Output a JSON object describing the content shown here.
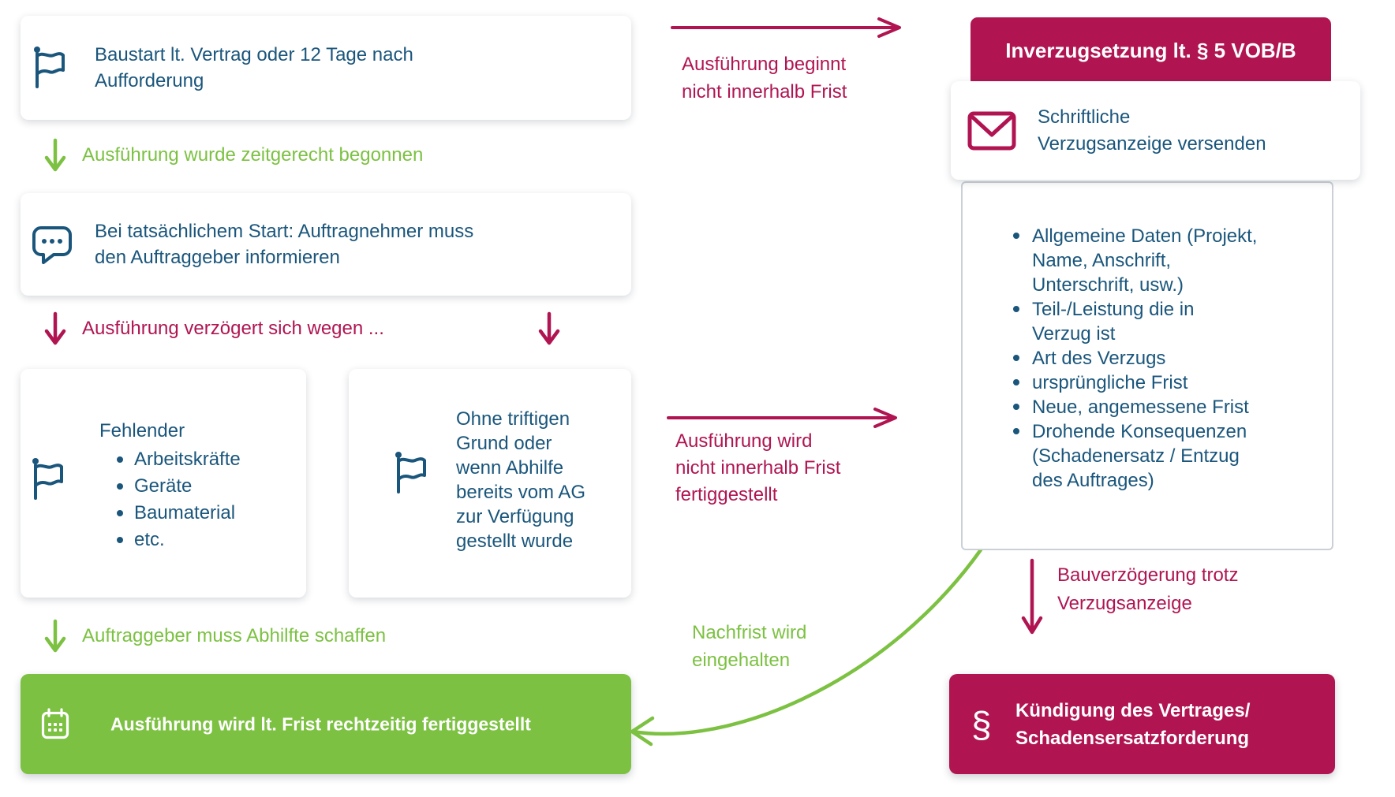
{
  "colors": {
    "crimson": "#b01552",
    "green": "#7cc142",
    "blue": "#1a567c",
    "box_border": "#cbd0d6"
  },
  "icons": {
    "flag": "flag-icon",
    "speech_bubble": "speech-bubble-icon",
    "envelope": "envelope-icon",
    "calendar": "calendar-icon",
    "paragraph_symbol": "§"
  },
  "left": {
    "card1": {
      "text": "Baustart lt. Vertrag oder 12 Tage nach\nAufforderung"
    },
    "label_begun": "Ausführung wurde zeitgerecht begonnen",
    "card2": {
      "text": "Bei tatsächlichem Start: Auftragnehmer muss\nden Auftraggeber informieren"
    },
    "label_delayed": "Ausführung verzögert sich wegen ...",
    "card3": {
      "title": "Fehlender",
      "items": [
        "Arbeitskräfte",
        "Geräte",
        "Baumaterial",
        "etc."
      ]
    },
    "card4": {
      "text": "Ohne triftigen\nGrund oder\nwenn Abhilfe\nbereits vom AG\nzur Verfügung\ngestellt wurde"
    },
    "label_remedy": "Auftraggeber muss Abhilfte schaffen",
    "success_box": {
      "text": "Ausführung wird lt. Frist rechtzeitig fertiggestellt"
    }
  },
  "middle": {
    "arrow_top_label": "Ausführung beginnt\nnicht innerhalb Frist",
    "arrow_mid_label": "Ausführung wird\nnicht innerhalb Frist\nfertiggestellt",
    "label_grace": "Nachfrist wird\neingehalten"
  },
  "right": {
    "header": "Inverzugsetzung lt. § 5 VOB/B",
    "notice_card": {
      "text": "Schriftliche\nVerzugsanzeige versenden"
    },
    "notice_items": [
      "Allgemeine Daten (Projekt,\nName, Anschrift,\nUnterschrift, usw.)",
      "Teil-/Leistung die in\nVerzug ist",
      "Art des Verzugs",
      "ursprüngliche Frist",
      "Neue, angemessene Frist",
      "Drohende Konsequenzen\n(Schadenersatz / Entzug\ndes Auftrages)"
    ],
    "label_despite": "Bauverzögerung trotz\nVerzugsanzeige",
    "termination_box": {
      "paragraph_icon": "§",
      "text": "Kündigung des Vertrages/\nSchadensersatzforderung"
    }
  }
}
